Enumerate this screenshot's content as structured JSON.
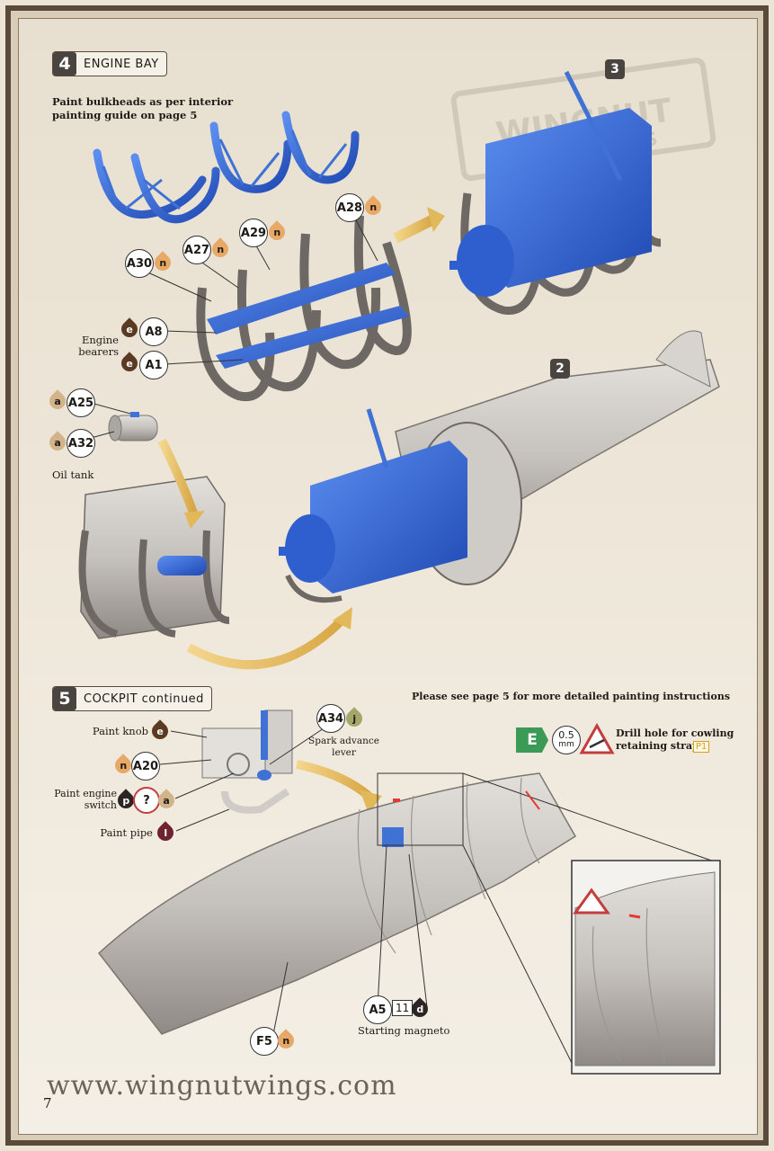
{
  "step4": {
    "number": "4",
    "title": "ENGINE BAY",
    "note_line1": "Paint bulkheads as per interior",
    "note_line2": "painting guide on page 5",
    "callout_2": "2",
    "callout_3": "3"
  },
  "step5": {
    "number": "5",
    "title": "COCKPIT continued",
    "note": "Please see page 5  for more detailed painting instructions"
  },
  "parts": {
    "a30": "A30",
    "a27": "A27",
    "a29": "A29",
    "a28": "A28",
    "a8": "A8",
    "a1": "A1",
    "a25": "A25",
    "a32": "A32",
    "a34": "A34",
    "a20": "A20",
    "a5": "A5",
    "f5": "F5"
  },
  "paints": {
    "n": "n",
    "e": "e",
    "a": "a",
    "j": "j",
    "p": "p",
    "q": "?",
    "l": "l",
    "d": "d"
  },
  "labels": {
    "engine_bearers_1": "Engine",
    "engine_bearers_2": "bearers",
    "oil_tank": "Oil tank",
    "paint_knob": "Paint knob",
    "paint_engine_switch_1": "Paint engine",
    "paint_engine_switch_2": "switch",
    "paint_pipe": "Paint pipe",
    "spark_1": "Spark advance",
    "spark_2": "lever",
    "starting_magneto": "Starting magneto",
    "box_11": "11",
    "drill_1": "Drill hole for cowling",
    "drill_2": "retaining strap",
    "tool_e": "E",
    "mm_val": "0.5",
    "mm_unit": "mm",
    "p1": "P1"
  },
  "watermark_logo": "WINGNUT WINGS",
  "footer": {
    "url": "www.wingnutwings.com",
    "page": "7"
  },
  "colors": {
    "bulkhead_blue": "#3f72d4",
    "engine_blue": "#2f5fcf",
    "metal": "#b9b5b0",
    "arrow_gold": "#e2b95a"
  }
}
